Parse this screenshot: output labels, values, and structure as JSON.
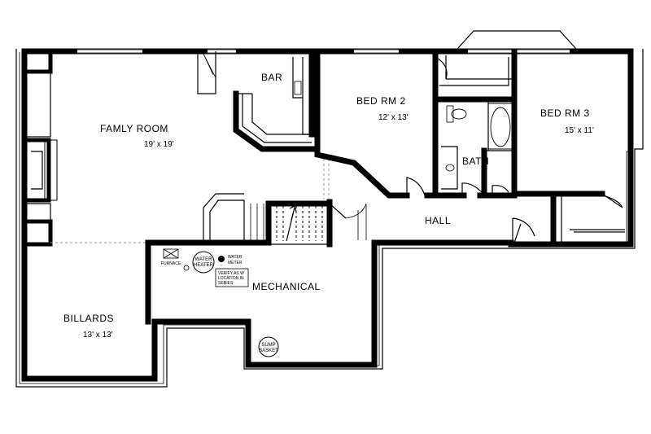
{
  "rooms": {
    "family_room": {
      "name": "FAMLY ROOM",
      "size": "19' x 19'"
    },
    "bar": {
      "name": "BAR"
    },
    "bed_rm_2": {
      "name": "BED RM 2",
      "size": "12' x 13'"
    },
    "bed_rm_3": {
      "name": "BED RM 3",
      "size": "15' x 11'"
    },
    "bath": {
      "name": "BATH"
    },
    "hall": {
      "name": "HALL"
    },
    "mechanical": {
      "name": "MECHANICAL"
    },
    "billiards": {
      "name": "BILLARDS",
      "size": "13' x 13'"
    }
  },
  "equipment": {
    "furnace": "FURNACE",
    "water_heater_line1": "WATER",
    "water_heater_line2": "HEATER",
    "water_meter_line1": "WATER",
    "water_meter_line2": "METER",
    "panel_line1": "VERIFY AS W",
    "panel_line2": "LOCATION IN",
    "panel_line3": "SERIES",
    "sump_line1": "SUMP",
    "sump_line2": "BASKET"
  }
}
